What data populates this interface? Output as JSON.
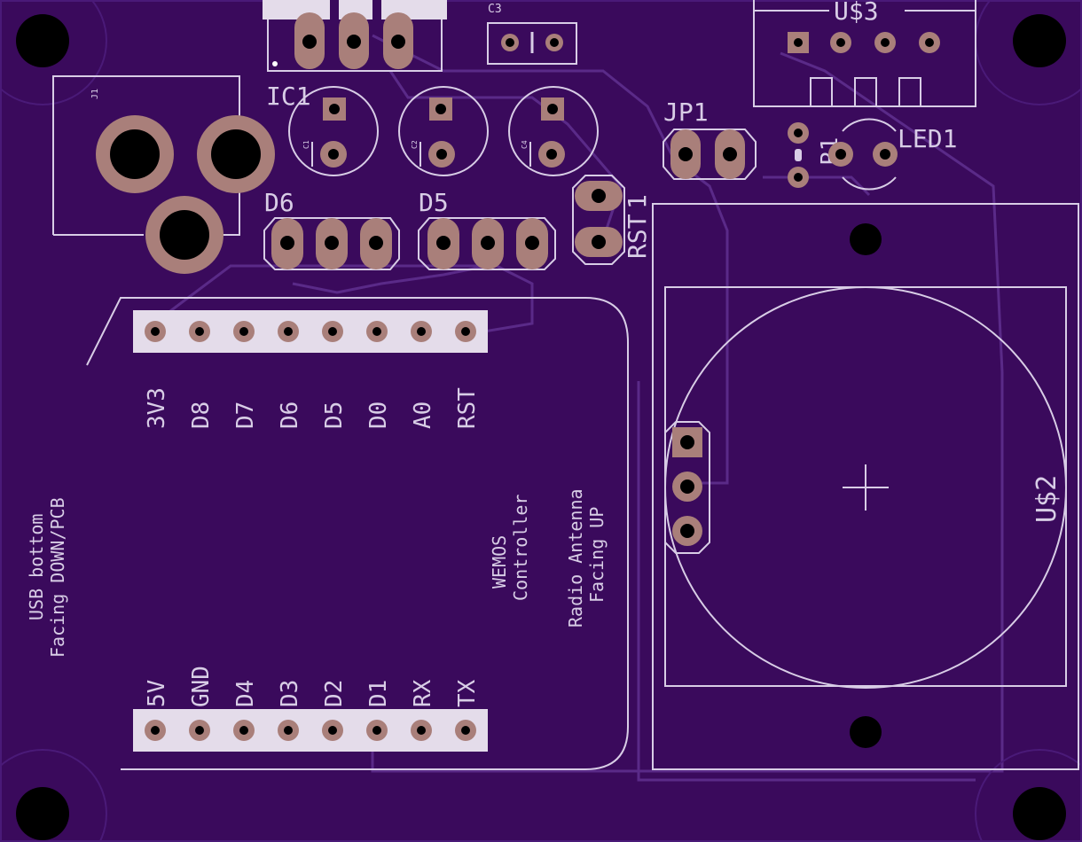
{
  "colors": {
    "board": "#3a0a5c",
    "board_edge": "#4a1a78",
    "silkscreen": "#d8cde6",
    "trace": "#5a2a88",
    "copper": "#a97f7a",
    "hole": "#000000",
    "header_strip": "#e4dcea"
  },
  "labels": {
    "ic1": "IC1",
    "c3": "C3",
    "us3": "U$3",
    "j1": "J1",
    "c1": "C1",
    "c2": "C2",
    "c4": "C4",
    "jp1": "JP1",
    "led1": "LED1",
    "r1": "R1",
    "d6": "D6",
    "d5": "D5",
    "rst1": "RST",
    "us2": "U$2"
  },
  "wemos_top_pins": [
    "3V3",
    "D8",
    "D7",
    "D6",
    "D5",
    "D0",
    "A0",
    "RST"
  ],
  "wemos_bottom_pins": [
    "5V",
    "GND",
    "D4",
    "D3",
    "D2",
    "D1",
    "RX",
    "TX"
  ],
  "notes": {
    "usb_line1": "USB bottom",
    "usb_line2": "Facing DOWN/PCB",
    "wemos_line1": "WEMOS",
    "wemos_line2": "Controller",
    "antenna_line1": "Radio Antenna",
    "antenna_line2": "Facing UP"
  }
}
